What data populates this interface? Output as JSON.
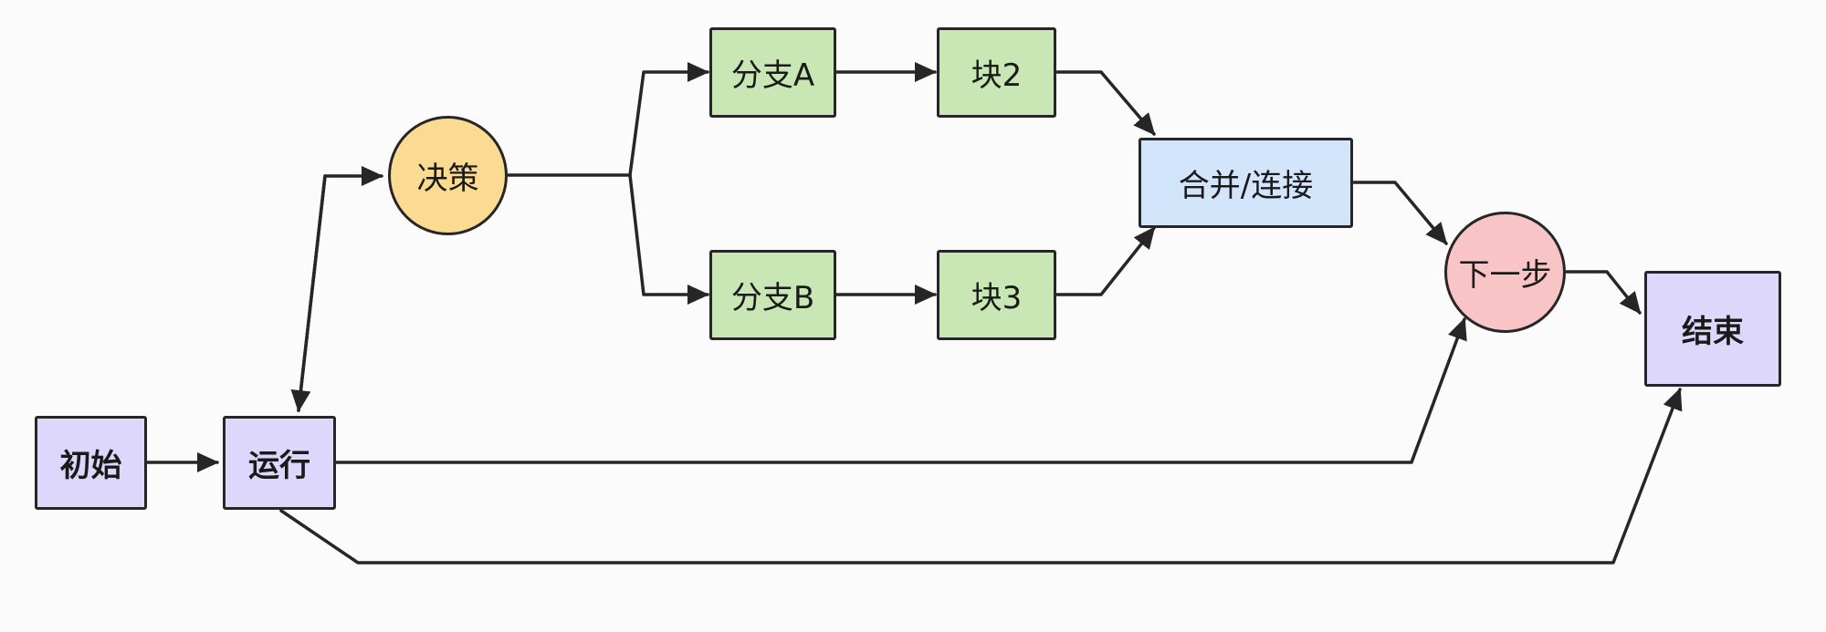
{
  "nodes": {
    "start": {
      "label": "初始",
      "fill": "#ddd8fb"
    },
    "run": {
      "label": "运行",
      "fill": "#ddd8fb"
    },
    "decision": {
      "label": "决策",
      "fill": "#fbda92"
    },
    "branch_a": {
      "label": "分支A",
      "fill": "#c9e7b4"
    },
    "branch_b": {
      "label": "分支B",
      "fill": "#c9e7b4"
    },
    "block2": {
      "label": "块2",
      "fill": "#c9e7b4"
    },
    "block3": {
      "label": "块3",
      "fill": "#c9e7b4"
    },
    "merge": {
      "label": "合并/连接",
      "fill": "#d3e5fb"
    },
    "next": {
      "label": "下一步",
      "fill": "#f9c4c6"
    },
    "end": {
      "label": "结束",
      "fill": "#ddd8fb"
    }
  },
  "edges": [
    {
      "from": "start",
      "to": "run"
    },
    {
      "from": "run",
      "to": "decision"
    },
    {
      "from": "decision",
      "to": "run"
    },
    {
      "from": "decision",
      "to": "branch_a"
    },
    {
      "from": "decision",
      "to": "branch_b"
    },
    {
      "from": "branch_a",
      "to": "block2"
    },
    {
      "from": "branch_b",
      "to": "block3"
    },
    {
      "from": "block2",
      "to": "merge"
    },
    {
      "from": "block3",
      "to": "merge"
    },
    {
      "from": "merge",
      "to": "next"
    },
    {
      "from": "next",
      "to": "end"
    },
    {
      "from": "run",
      "to": "next"
    },
    {
      "from": "run",
      "to": "end"
    }
  ],
  "colors": {
    "stroke": "#262626",
    "background": "#fbfbfb"
  }
}
